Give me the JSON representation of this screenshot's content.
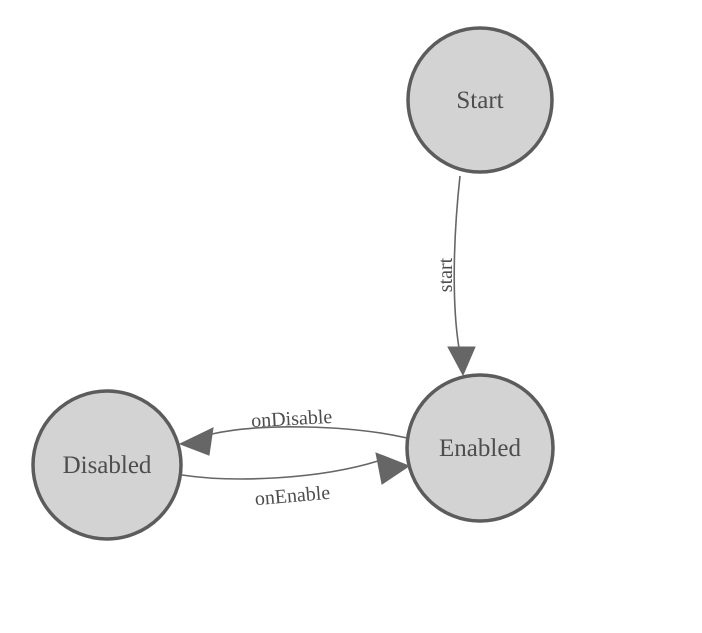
{
  "diagram": {
    "type": "state-machine",
    "nodes": [
      {
        "id": "start",
        "label": "Start"
      },
      {
        "id": "enabled",
        "label": "Enabled"
      },
      {
        "id": "disabled",
        "label": "Disabled"
      }
    ],
    "edges": [
      {
        "from": "Start",
        "to": "Enabled",
        "label": "start"
      },
      {
        "from": "Enabled",
        "to": "Disabled",
        "label": "onDisable"
      },
      {
        "from": "Disabled",
        "to": "Enabled",
        "label": "onEnable"
      }
    ]
  },
  "colors": {
    "background": "#ffffff",
    "node_fill": "#d3d3d3",
    "node_border": "#5c5c5c",
    "edge": "#666666",
    "label_text": "#4d4d4d"
  }
}
